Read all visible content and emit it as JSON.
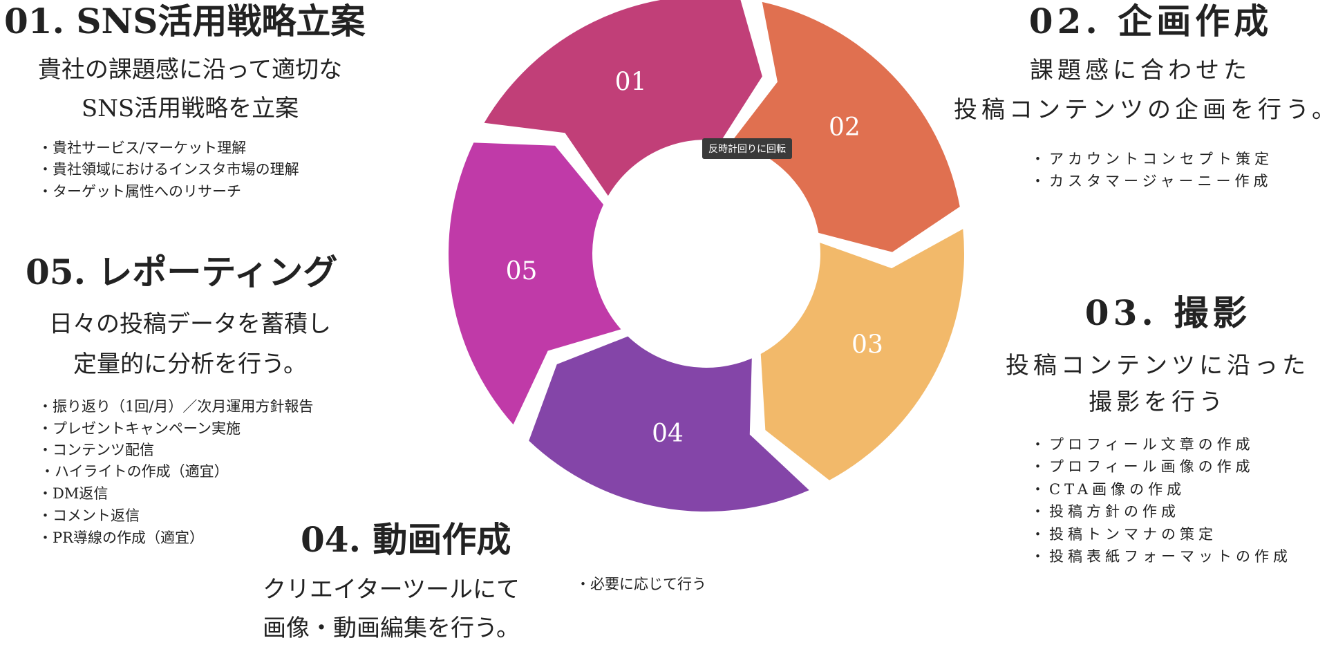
{
  "cycle": {
    "segments": [
      {
        "label": "01",
        "color": "#c13f78"
      },
      {
        "label": "02",
        "color": "#e07050"
      },
      {
        "label": "03",
        "color": "#f2b96a"
      },
      {
        "label": "04",
        "color": "#8445a8"
      },
      {
        "label": "05",
        "color": "#c03aa8"
      }
    ],
    "tooltip": "反時計回りに回転"
  },
  "steps": {
    "s01": {
      "title": "01. SNS活用戦略立案",
      "desc": [
        "貴社の課題感に沿って適切な",
        "SNS活用戦略を立案"
      ],
      "bullets": [
        "・貴社サービス/マーケット理解",
        "・貴社領域におけるインスタ市場の理解",
        "・ターゲット属性へのリサーチ"
      ]
    },
    "s02": {
      "title": "02. 企画作成",
      "desc": [
        "課題感に合わせた",
        "投稿コンテンツの企画を行う。"
      ],
      "bullets": [
        "・アカウントコンセプト策定",
        "・カスタマージャーニー作成"
      ]
    },
    "s03": {
      "title": "03. 撮影",
      "desc": [
        "投稿コンテンツに沿った",
        "撮影を行う"
      ],
      "bullets": [
        "・プロフィール文章の作成",
        "・プロフィール画像の作成",
        "・CTA画像の作成",
        "・投稿方針の作成",
        "・投稿トンマナの策定",
        "・投稿表紙フォーマットの作成"
      ]
    },
    "s04": {
      "title": "04. 動画作成",
      "desc": [
        "クリエイターツールにて",
        "画像・動画編集を行う。"
      ],
      "bullets": [
        "・必要に応じて行う"
      ]
    },
    "s05": {
      "title": "05. レポーティング",
      "desc": [
        "日々の投稿データを蓄積し",
        "定量的に分析を行う。"
      ],
      "bullets": [
        "・振り返り（1回/月）／次月運用方針報告",
        "・プレゼントキャンペーン実施",
        "・コンテンツ配信",
        "・ハイライトの作成（適宜）",
        "・DM返信",
        "・コメント返信",
        "・PR導線の作成（適宜）"
      ]
    }
  }
}
